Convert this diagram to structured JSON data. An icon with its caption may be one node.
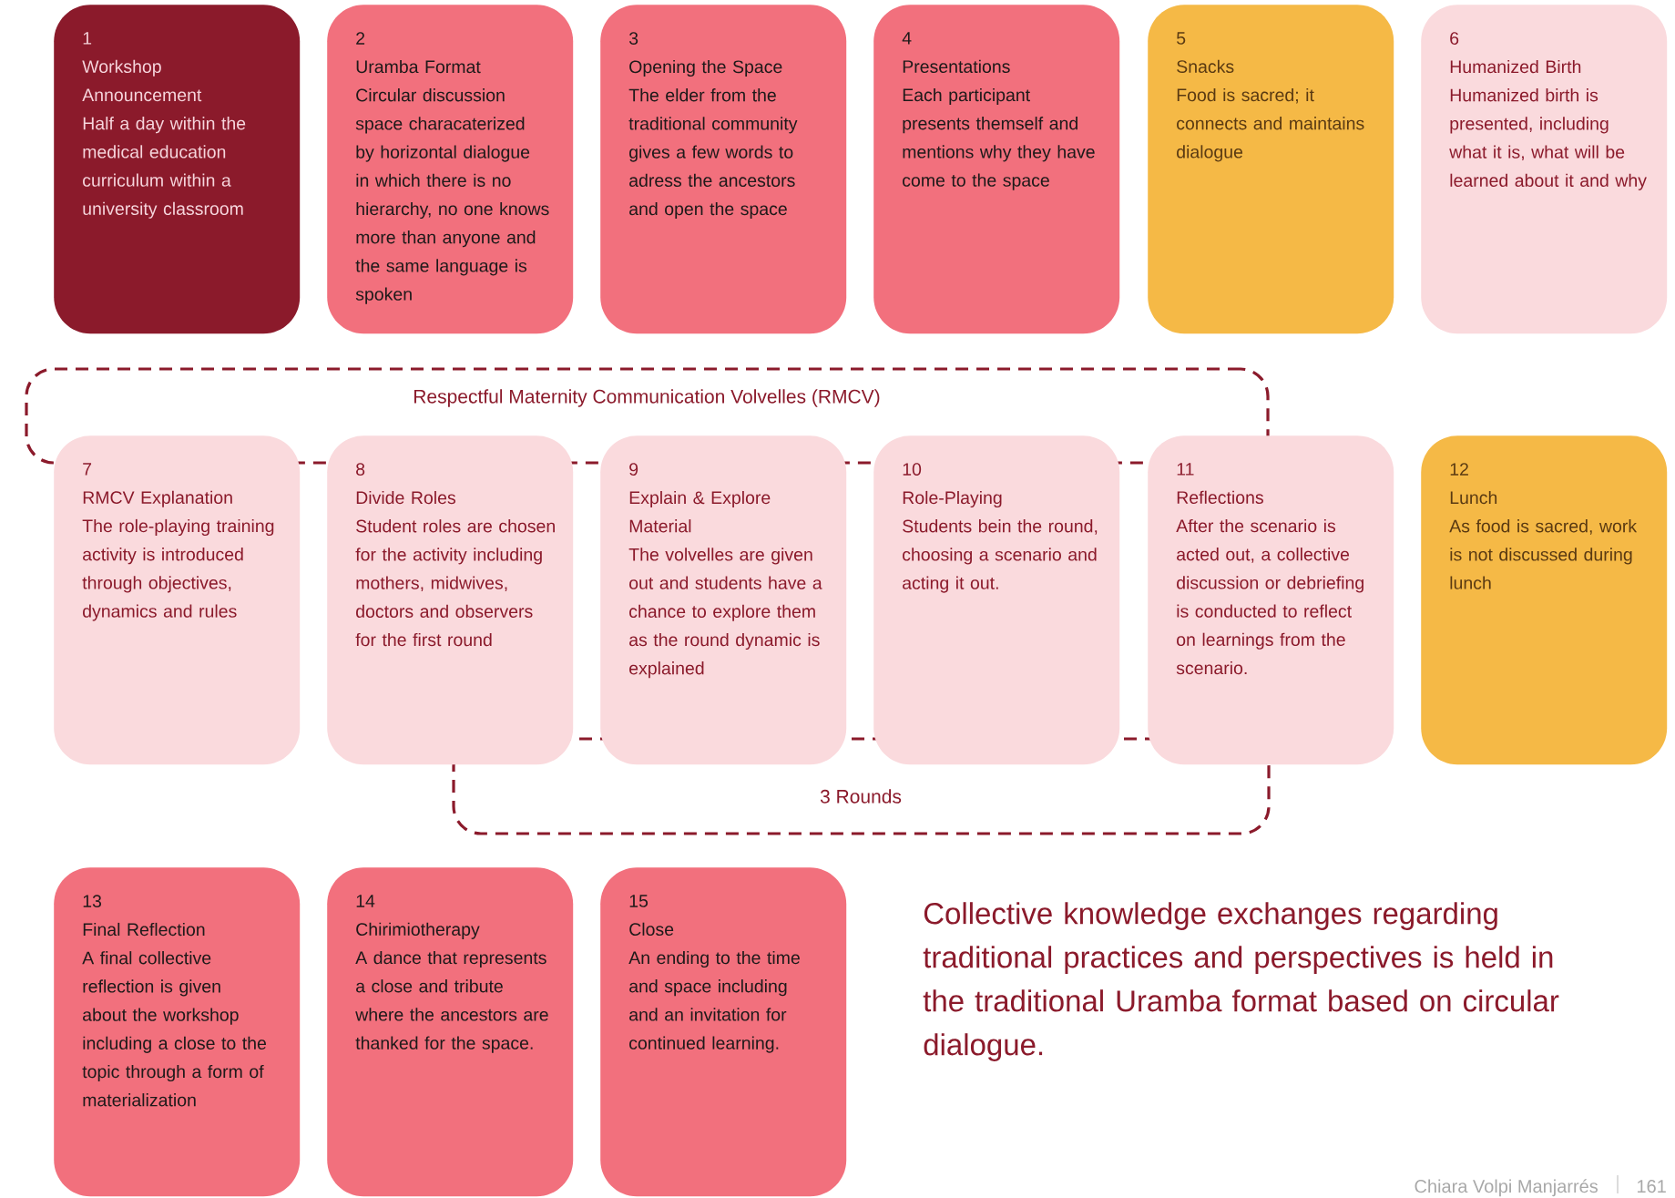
{
  "diagram": {
    "nodes": [
      {
        "text": [
          "1",
          "Workshop Announcement",
          "Half a day within the medical education curriculum within a university classroom"
        ]
      },
      {
        "text": [
          "2",
          "Uramba Format",
          "Circular discussion space characaterized by horizontal dialogue in which there is no hierarchy, no one knows more than anyone and the same language is spoken"
        ]
      },
      {
        "text": [
          "3",
          "Opening the Space",
          "The elder from the traditional community gives a few words to adress the ancestors and open the space"
        ]
      },
      {
        "text": [
          "4",
          "Presentations",
          "Each participant presents themself and mentions why they have come to the space"
        ]
      },
      {
        "text": [
          "5",
          "Snacks",
          "Food is sacred; it connects and maintains dialogue"
        ]
      },
      {
        "text": [
          "6",
          "Humanized Birth",
          "Humanized birth is presented, including what it is, what will be learned about it and why"
        ]
      },
      {
        "text": [
          "Respectful Maternity Communication Volvelles (RMCV)"
        ]
      },
      {
        "text": [
          "7",
          "RMCV Explanation",
          "The role-playing training activity is introduced through objectives, dynamics and rules"
        ]
      },
      {
        "text": [
          "8",
          "Divide Roles",
          "Student roles are chosen for the activity including mothers, midwives, doctors and observers for the first round"
        ]
      },
      {
        "text": [
          "9",
          "Explain & Explore Material",
          "The volvelles are given out and students have a chance to explore them as the round dynamic is explained"
        ]
      },
      {
        "text": [
          "10",
          "Role-Playing",
          "Students bein the round, choosing a scenario and acting it out."
        ]
      },
      {
        "text": [
          "11",
          "Reflections",
          "After the scenario is acted out, a collective discussion or debriefing is conducted to reflect on learnings from the scenario."
        ]
      },
      {
        "text": [
          "12",
          "Lunch",
          "As food is sacred, work is not discussed during lunch"
        ]
      },
      {
        "text": [
          "3 Rounds"
        ]
      },
      {
        "text": [
          "13",
          "Final Reflection",
          "A final collective reflection is given about the workshop including a close to the topic through a form of materialization"
        ]
      },
      {
        "text": [
          "14",
          "Chirimiotherapy",
          "A dance that represents a close and tribute where the ancestors are thanked for the space."
        ]
      },
      {
        "text": [
          "15",
          "Close",
          "An ending to the time and space including and an invitation for continued learning."
        ]
      }
    ],
    "labels": [
      "Collective knowledge exchanges regarding traditional practices and perspectives is held in the traditional Uramba format based on circular dialogue.",
      "Chiara Volpi Manjarrés",
      "161"
    ]
  }
}
